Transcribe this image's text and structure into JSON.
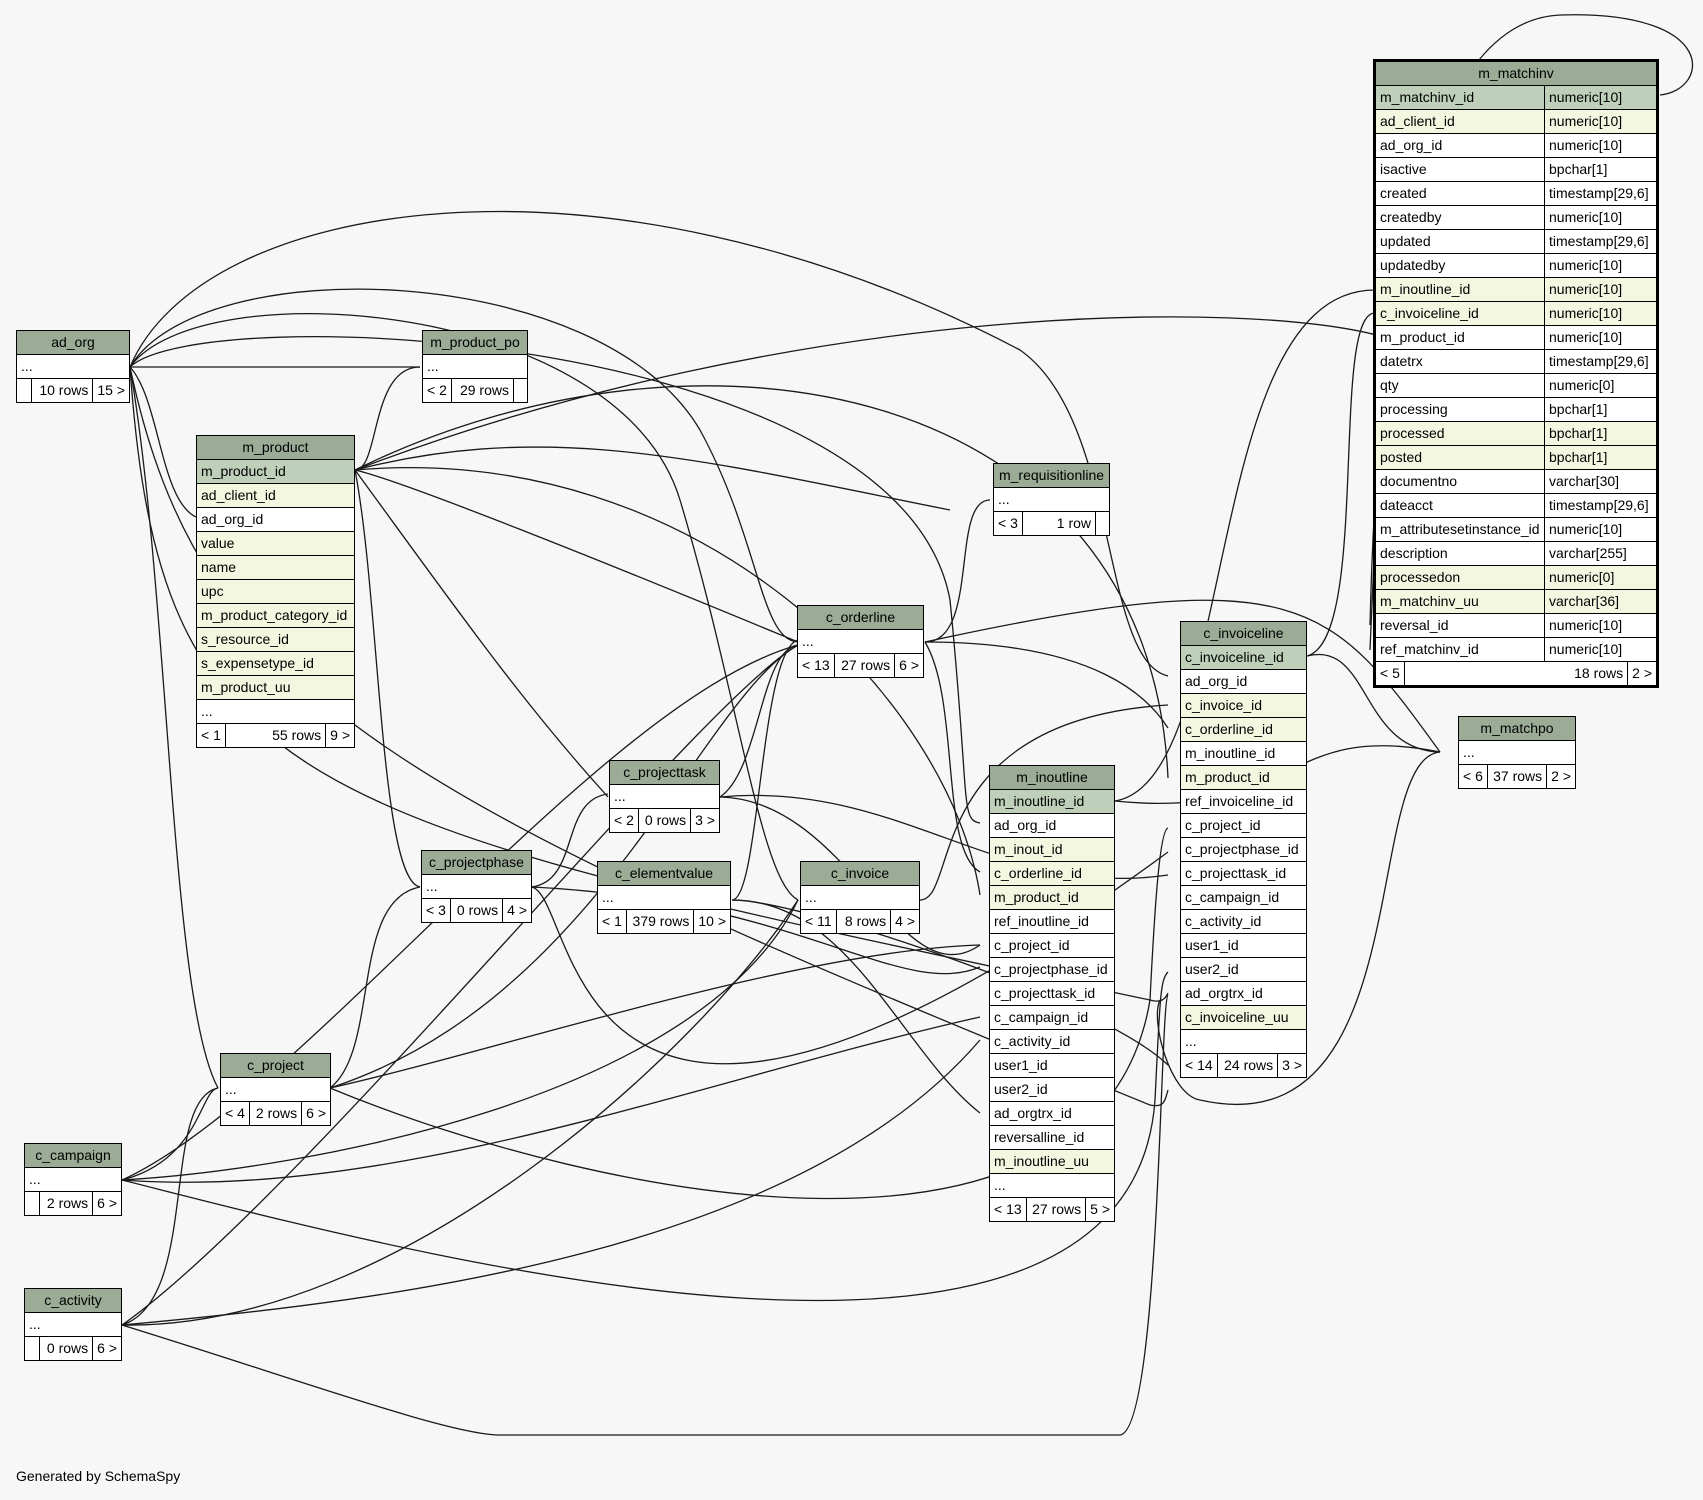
{
  "footer": "Generated by SchemaSpy",
  "tables": [
    {
      "name": "ad_org",
      "cols": [
        {
          "n": "...",
          "k": "plain"
        }
      ],
      "foot": {
        "l": "",
        "m": "10 rows",
        "r": "15 >"
      }
    },
    {
      "name": "m_product_po",
      "cols": [
        {
          "n": "...",
          "k": "plain"
        }
      ],
      "foot": {
        "l": "< 2",
        "m": "29 rows",
        "r": ""
      }
    },
    {
      "name": "m_product",
      "cols": [
        {
          "n": "m_product_id",
          "k": "pk"
        },
        {
          "n": "ad_client_id",
          "k": "fk"
        },
        {
          "n": "ad_org_id",
          "k": "plain"
        },
        {
          "n": "value",
          "k": "fk"
        },
        {
          "n": "name",
          "k": "fk"
        },
        {
          "n": "upc",
          "k": "fk"
        },
        {
          "n": "m_product_category_id",
          "k": "fk"
        },
        {
          "n": "s_resource_id",
          "k": "fk"
        },
        {
          "n": "s_expensetype_id",
          "k": "fk"
        },
        {
          "n": "m_product_uu",
          "k": "fk"
        },
        {
          "n": "...",
          "k": "plain"
        }
      ],
      "foot": {
        "l": "< 1",
        "m": "55 rows",
        "r": "9 >"
      }
    },
    {
      "name": "m_requisitionline",
      "cols": [
        {
          "n": "...",
          "k": "plain"
        }
      ],
      "foot": {
        "l": "< 3",
        "m": "1 row",
        "r": ""
      }
    },
    {
      "name": "c_orderline",
      "cols": [
        {
          "n": "...",
          "k": "plain"
        }
      ],
      "foot": {
        "l": "< 13",
        "m": "27 rows",
        "r": "6 >"
      }
    },
    {
      "name": "c_projecttask",
      "cols": [
        {
          "n": "...",
          "k": "plain"
        }
      ],
      "foot": {
        "l": "< 2",
        "m": "0 rows",
        "r": "3 >"
      }
    },
    {
      "name": "c_projectphase",
      "cols": [
        {
          "n": "...",
          "k": "plain"
        }
      ],
      "foot": {
        "l": "< 3",
        "m": "0 rows",
        "r": "4 >"
      }
    },
    {
      "name": "c_elementvalue",
      "cols": [
        {
          "n": "...",
          "k": "plain"
        }
      ],
      "foot": {
        "l": "< 1",
        "m": "379 rows",
        "r": "10 >"
      }
    },
    {
      "name": "c_invoice",
      "cols": [
        {
          "n": "...",
          "k": "plain"
        }
      ],
      "foot": {
        "l": "< 11",
        "m": "8 rows",
        "r": "4 >"
      }
    },
    {
      "name": "c_project",
      "cols": [
        {
          "n": "...",
          "k": "plain"
        }
      ],
      "foot": {
        "l": "< 4",
        "m": "2 rows",
        "r": "6 >"
      }
    },
    {
      "name": "c_campaign",
      "cols": [
        {
          "n": "...",
          "k": "plain"
        }
      ],
      "foot": {
        "l": "",
        "m": "2 rows",
        "r": "6 >"
      }
    },
    {
      "name": "c_activity",
      "cols": [
        {
          "n": "...",
          "k": "plain"
        }
      ],
      "foot": {
        "l": "",
        "m": "0 rows",
        "r": "6 >"
      }
    },
    {
      "name": "m_inoutline",
      "cols": [
        {
          "n": "m_inoutline_id",
          "k": "pk"
        },
        {
          "n": "ad_org_id",
          "k": "plain"
        },
        {
          "n": "m_inout_id",
          "k": "fk"
        },
        {
          "n": "c_orderline_id",
          "k": "fk"
        },
        {
          "n": "m_product_id",
          "k": "fk"
        },
        {
          "n": "ref_inoutline_id",
          "k": "plain"
        },
        {
          "n": "c_project_id",
          "k": "plain"
        },
        {
          "n": "c_projectphase_id",
          "k": "plain"
        },
        {
          "n": "c_projecttask_id",
          "k": "plain"
        },
        {
          "n": "c_campaign_id",
          "k": "plain"
        },
        {
          "n": "c_activity_id",
          "k": "plain"
        },
        {
          "n": "user1_id",
          "k": "plain"
        },
        {
          "n": "user2_id",
          "k": "plain"
        },
        {
          "n": "ad_orgtrx_id",
          "k": "plain"
        },
        {
          "n": "reversalline_id",
          "k": "plain"
        },
        {
          "n": "m_inoutline_uu",
          "k": "fk"
        },
        {
          "n": "...",
          "k": "plain"
        }
      ],
      "foot": {
        "l": "< 13",
        "m": "27 rows",
        "r": "5 >"
      }
    },
    {
      "name": "c_invoiceline",
      "cols": [
        {
          "n": "c_invoiceline_id",
          "k": "pk"
        },
        {
          "n": "ad_org_id",
          "k": "plain"
        },
        {
          "n": "c_invoice_id",
          "k": "fk"
        },
        {
          "n": "c_orderline_id",
          "k": "fk"
        },
        {
          "n": "m_inoutline_id",
          "k": "plain"
        },
        {
          "n": "m_product_id",
          "k": "fk"
        },
        {
          "n": "ref_invoiceline_id",
          "k": "plain"
        },
        {
          "n": "c_project_id",
          "k": "plain"
        },
        {
          "n": "c_projectphase_id",
          "k": "plain"
        },
        {
          "n": "c_projecttask_id",
          "k": "plain"
        },
        {
          "n": "c_campaign_id",
          "k": "plain"
        },
        {
          "n": "c_activity_id",
          "k": "plain"
        },
        {
          "n": "user1_id",
          "k": "plain"
        },
        {
          "n": "user2_id",
          "k": "plain"
        },
        {
          "n": "ad_orgtrx_id",
          "k": "plain"
        },
        {
          "n": "c_invoiceline_uu",
          "k": "fk"
        },
        {
          "n": "...",
          "k": "plain"
        }
      ],
      "foot": {
        "l": "< 14",
        "m": "24 rows",
        "r": "3 >"
      }
    },
    {
      "name": "m_matchinv",
      "selected": true,
      "cols": [
        {
          "n": "m_matchinv_id",
          "t": "numeric[10]",
          "k": "pk"
        },
        {
          "n": "ad_client_id",
          "t": "numeric[10]",
          "k": "fk"
        },
        {
          "n": "ad_org_id",
          "t": "numeric[10]",
          "k": "plain"
        },
        {
          "n": "isactive",
          "t": "bpchar[1]",
          "k": "plain"
        },
        {
          "n": "created",
          "t": "timestamp[29,6]",
          "k": "plain"
        },
        {
          "n": "createdby",
          "t": "numeric[10]",
          "k": "plain"
        },
        {
          "n": "updated",
          "t": "timestamp[29,6]",
          "k": "plain"
        },
        {
          "n": "updatedby",
          "t": "numeric[10]",
          "k": "plain"
        },
        {
          "n": "m_inoutline_id",
          "t": "numeric[10]",
          "k": "fk"
        },
        {
          "n": "c_invoiceline_id",
          "t": "numeric[10]",
          "k": "fk"
        },
        {
          "n": "m_product_id",
          "t": "numeric[10]",
          "k": "plain"
        },
        {
          "n": "datetrx",
          "t": "timestamp[29,6]",
          "k": "plain"
        },
        {
          "n": "qty",
          "t": "numeric[0]",
          "k": "plain"
        },
        {
          "n": "processing",
          "t": "bpchar[1]",
          "k": "plain"
        },
        {
          "n": "processed",
          "t": "bpchar[1]",
          "k": "fk"
        },
        {
          "n": "posted",
          "t": "bpchar[1]",
          "k": "fk"
        },
        {
          "n": "documentno",
          "t": "varchar[30]",
          "k": "plain"
        },
        {
          "n": "dateacct",
          "t": "timestamp[29,6]",
          "k": "plain"
        },
        {
          "n": "m_attributesetinstance_id",
          "t": "numeric[10]",
          "k": "plain"
        },
        {
          "n": "description",
          "t": "varchar[255]",
          "k": "plain"
        },
        {
          "n": "processedon",
          "t": "numeric[0]",
          "k": "fk"
        },
        {
          "n": "m_matchinv_uu",
          "t": "varchar[36]",
          "k": "fk"
        },
        {
          "n": "reversal_id",
          "t": "numeric[10]",
          "k": "plain"
        },
        {
          "n": "ref_matchinv_id",
          "t": "numeric[10]",
          "k": "plain"
        }
      ],
      "foot": {
        "l": "< 5",
        "m": "18 rows",
        "r": "2 >"
      }
    },
    {
      "name": "m_matchpo",
      "cols": [
        {
          "n": "...",
          "k": "plain"
        }
      ],
      "foot": {
        "l": "< 6",
        "m": "37 rows",
        "r": "2 >"
      }
    }
  ]
}
